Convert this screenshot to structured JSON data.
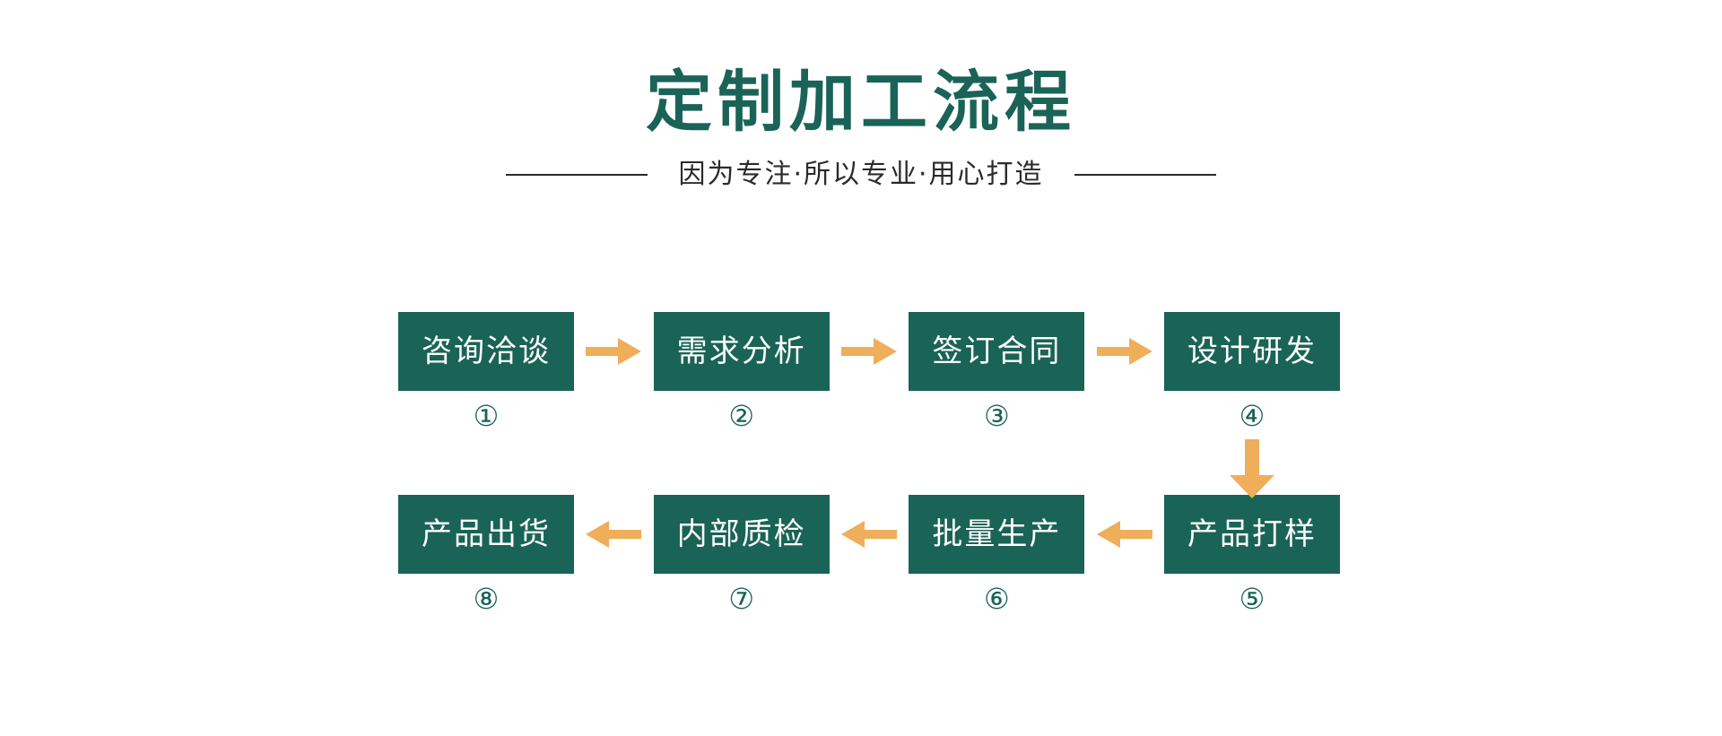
{
  "header": {
    "title": "定制加工流程",
    "subtitle": "因为专注·所以专业·用心打造",
    "title_color": "#1a6357",
    "subtitle_color": "#2b2b2b"
  },
  "theme": {
    "box_color": "#1a6357",
    "arrow_color": "#efae5a",
    "box_text_color": "#ffffff",
    "background": "#ffffff"
  },
  "flow": {
    "row_one": [
      {
        "label": "咨询洽谈",
        "number": "①"
      },
      {
        "label": "需求分析",
        "number": "②"
      },
      {
        "label": "签订合同",
        "number": "③"
      },
      {
        "label": "设计研发",
        "number": "④"
      }
    ],
    "row_two": [
      {
        "label": "产品出货",
        "number": "⑧"
      },
      {
        "label": "内部质检",
        "number": "⑦"
      },
      {
        "label": "批量生产",
        "number": "⑥"
      },
      {
        "label": "产品打样",
        "number": "⑤"
      }
    ]
  }
}
